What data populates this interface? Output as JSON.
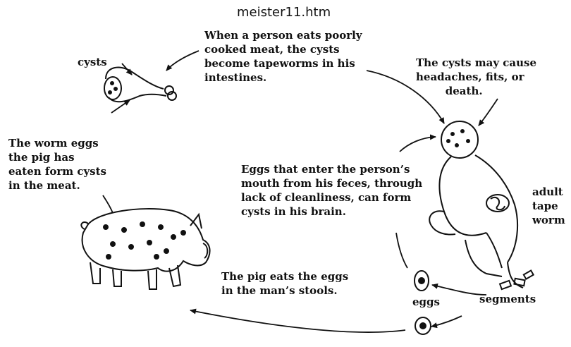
{
  "header": {
    "filename": "meister11.htm"
  },
  "labels": {
    "cysts": "cysts",
    "eats_meat": "When a person eats poorly\ncooked meat, the cysts\nbecome tapeworms in his\nintestines.",
    "cause_headaches": "The cysts may cause\nheadaches, fits, or\n        death.",
    "worm_eggs": "The worm eggs\nthe pig has\neaten form cysts\nin the meat.",
    "eggs_enter": "Eggs that enter the person’s\nmouth from his feces, through\nlack of cleanliness, can form\ncysts in his brain.",
    "adult_worm": "adult\ntape\nworm",
    "pig_eats": "The pig eats the eggs\nin the man’s stools.",
    "eggs": "eggs",
    "segments": "segments"
  },
  "colors": {
    "ink": "#111111",
    "paper": "#ffffff"
  }
}
